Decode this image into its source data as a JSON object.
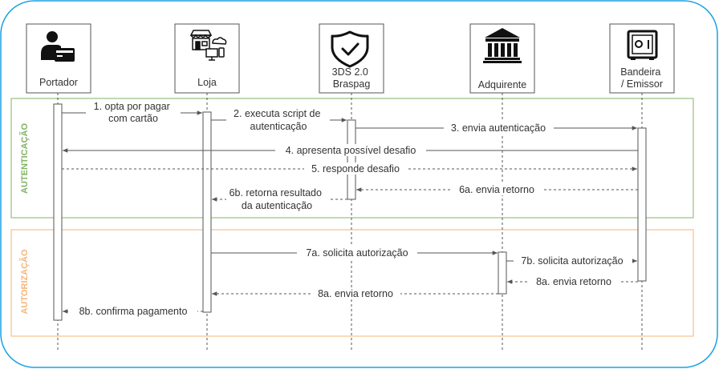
{
  "participants": [
    {
      "id": "portador",
      "label": "Portador",
      "icon": "user-card-icon"
    },
    {
      "id": "loja",
      "label": "Loja",
      "icon": "storefront-icon"
    },
    {
      "id": "3ds",
      "label_lines": [
        "3DS 2.0",
        "Braspag"
      ],
      "icon": "shield-check-icon"
    },
    {
      "id": "adquirente",
      "label": "Adquirente",
      "icon": "bank-icon"
    },
    {
      "id": "bandeira",
      "label_lines": [
        "Bandeira",
        "/ Emissor"
      ],
      "icon": "safe-icon"
    }
  ],
  "groups": {
    "autenticacao": {
      "label": "AUTENTICAÇÃO",
      "color": "#82b366"
    },
    "autorizacao": {
      "label": "AUTORIZAÇÃO",
      "color": "#f3b67a"
    }
  },
  "messages": {
    "m1": [
      "1. opta por pagar",
      "com cartão"
    ],
    "m2": [
      "2. executa script de",
      "autenticação"
    ],
    "m3": "3. envia autenticação",
    "m4": "4. apresenta possível desafio",
    "m5": "5. responde desafio",
    "m6a": "6a. envia retorno",
    "m6b": [
      "6b. retorna resultado",
      "da autenticação"
    ],
    "m7a": "7a. solicita autorização",
    "m7b": "7b. solicita autorização",
    "m8a_right": "8a. envia retorno",
    "m8a_left": "8a. envia retorno",
    "m8b": "8b. confirma pagamento"
  },
  "colors": {
    "border": "#1ba1e2",
    "line": "#555555",
    "text": "#333333"
  }
}
